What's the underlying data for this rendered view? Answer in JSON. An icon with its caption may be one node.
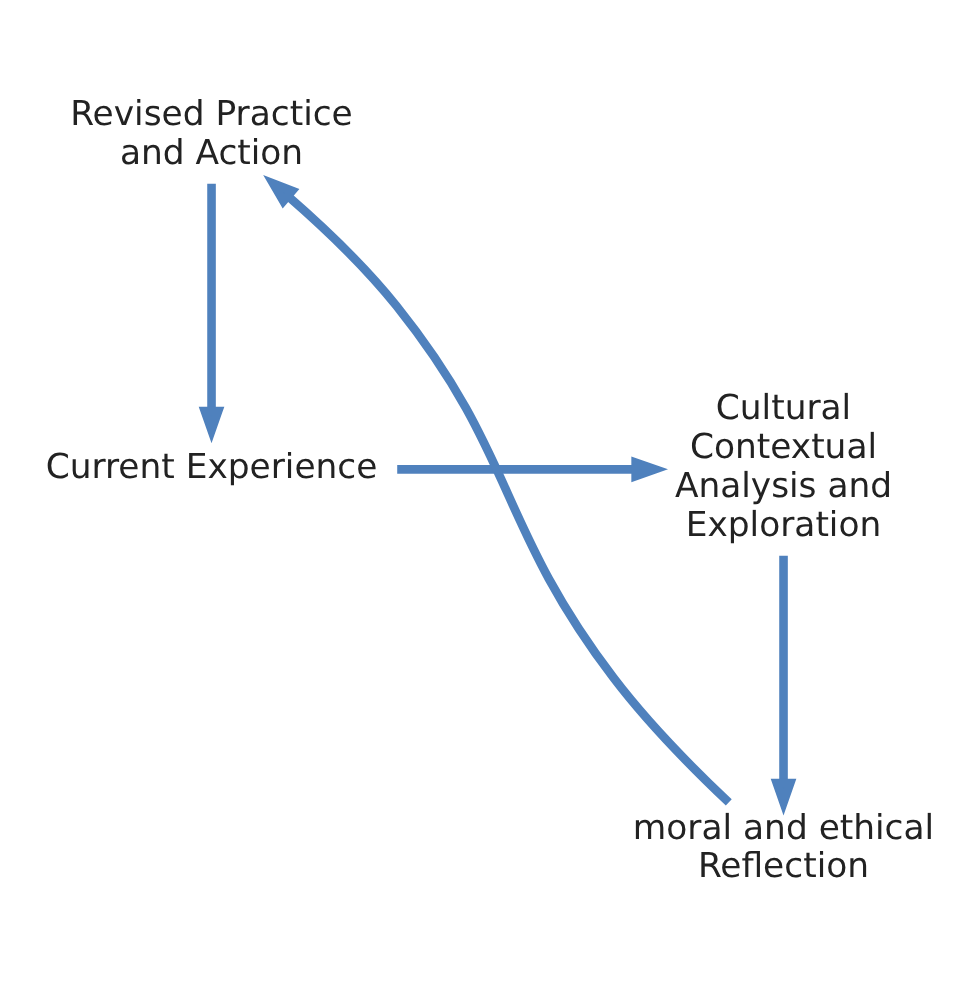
{
  "diagram": {
    "nodes": [
      {
        "text": [
          "Current Experience"
        ]
      },
      {
        "text": [
          "Cultural Contextual Analysis and Exploration"
        ]
      },
      {
        "text": [
          "moral and ethical Reflection"
        ]
      },
      {
        "text": [
          "Revised Practice and Action"
        ]
      }
    ],
    "edges": [
      {
        "from": 0,
        "to": 1,
        "arrow": "to"
      },
      {
        "from": 1,
        "to": 2,
        "arrow": "to"
      },
      {
        "from": 2,
        "to": 3,
        "arrow": "to"
      },
      {
        "from": 3,
        "to": 0,
        "arrow": "to"
      }
    ]
  }
}
